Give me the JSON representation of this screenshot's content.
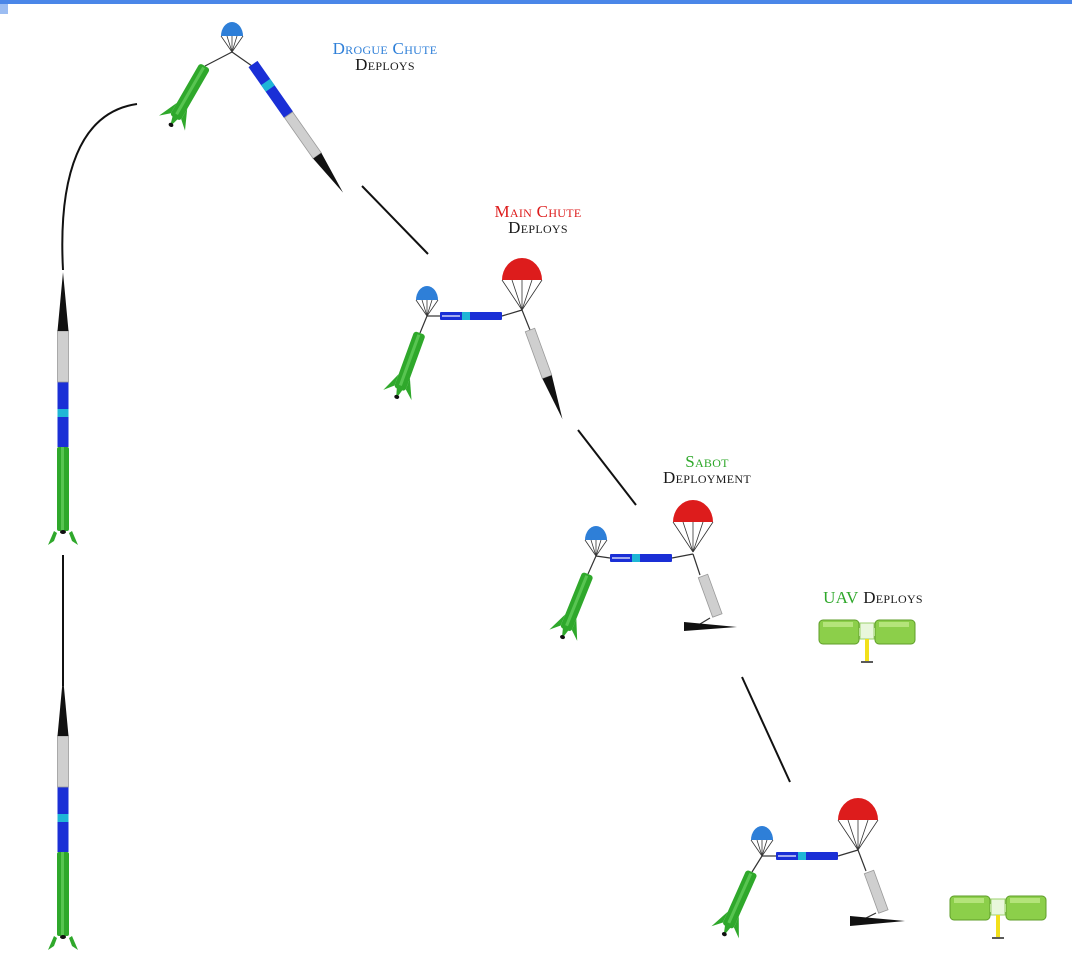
{
  "colors": {
    "top_bar": "#4a86e8",
    "drogue": "#2e7fd8",
    "main": "#dd1c1c",
    "green_body": "#2fa82b",
    "green_light": "#6ad163",
    "blue_body": "#1a2fd6",
    "cyan_band": "#1fb6d6",
    "silver": "#cfcfcf",
    "nose": "#111111",
    "uav_green": "#8ccf4a",
    "uav_yellow": "#f2e01a",
    "text_dark": "#1a1a1a"
  },
  "stages": {
    "drogue": {
      "title": "Drogue Chute",
      "subtitle": "Deploys"
    },
    "main": {
      "title": "Main Chute",
      "subtitle": "Deploys"
    },
    "sabot": {
      "title": "Sabot",
      "subtitle": "Deployment"
    },
    "uav": {
      "title": "UAV",
      "subtitle": "Deploys"
    }
  }
}
